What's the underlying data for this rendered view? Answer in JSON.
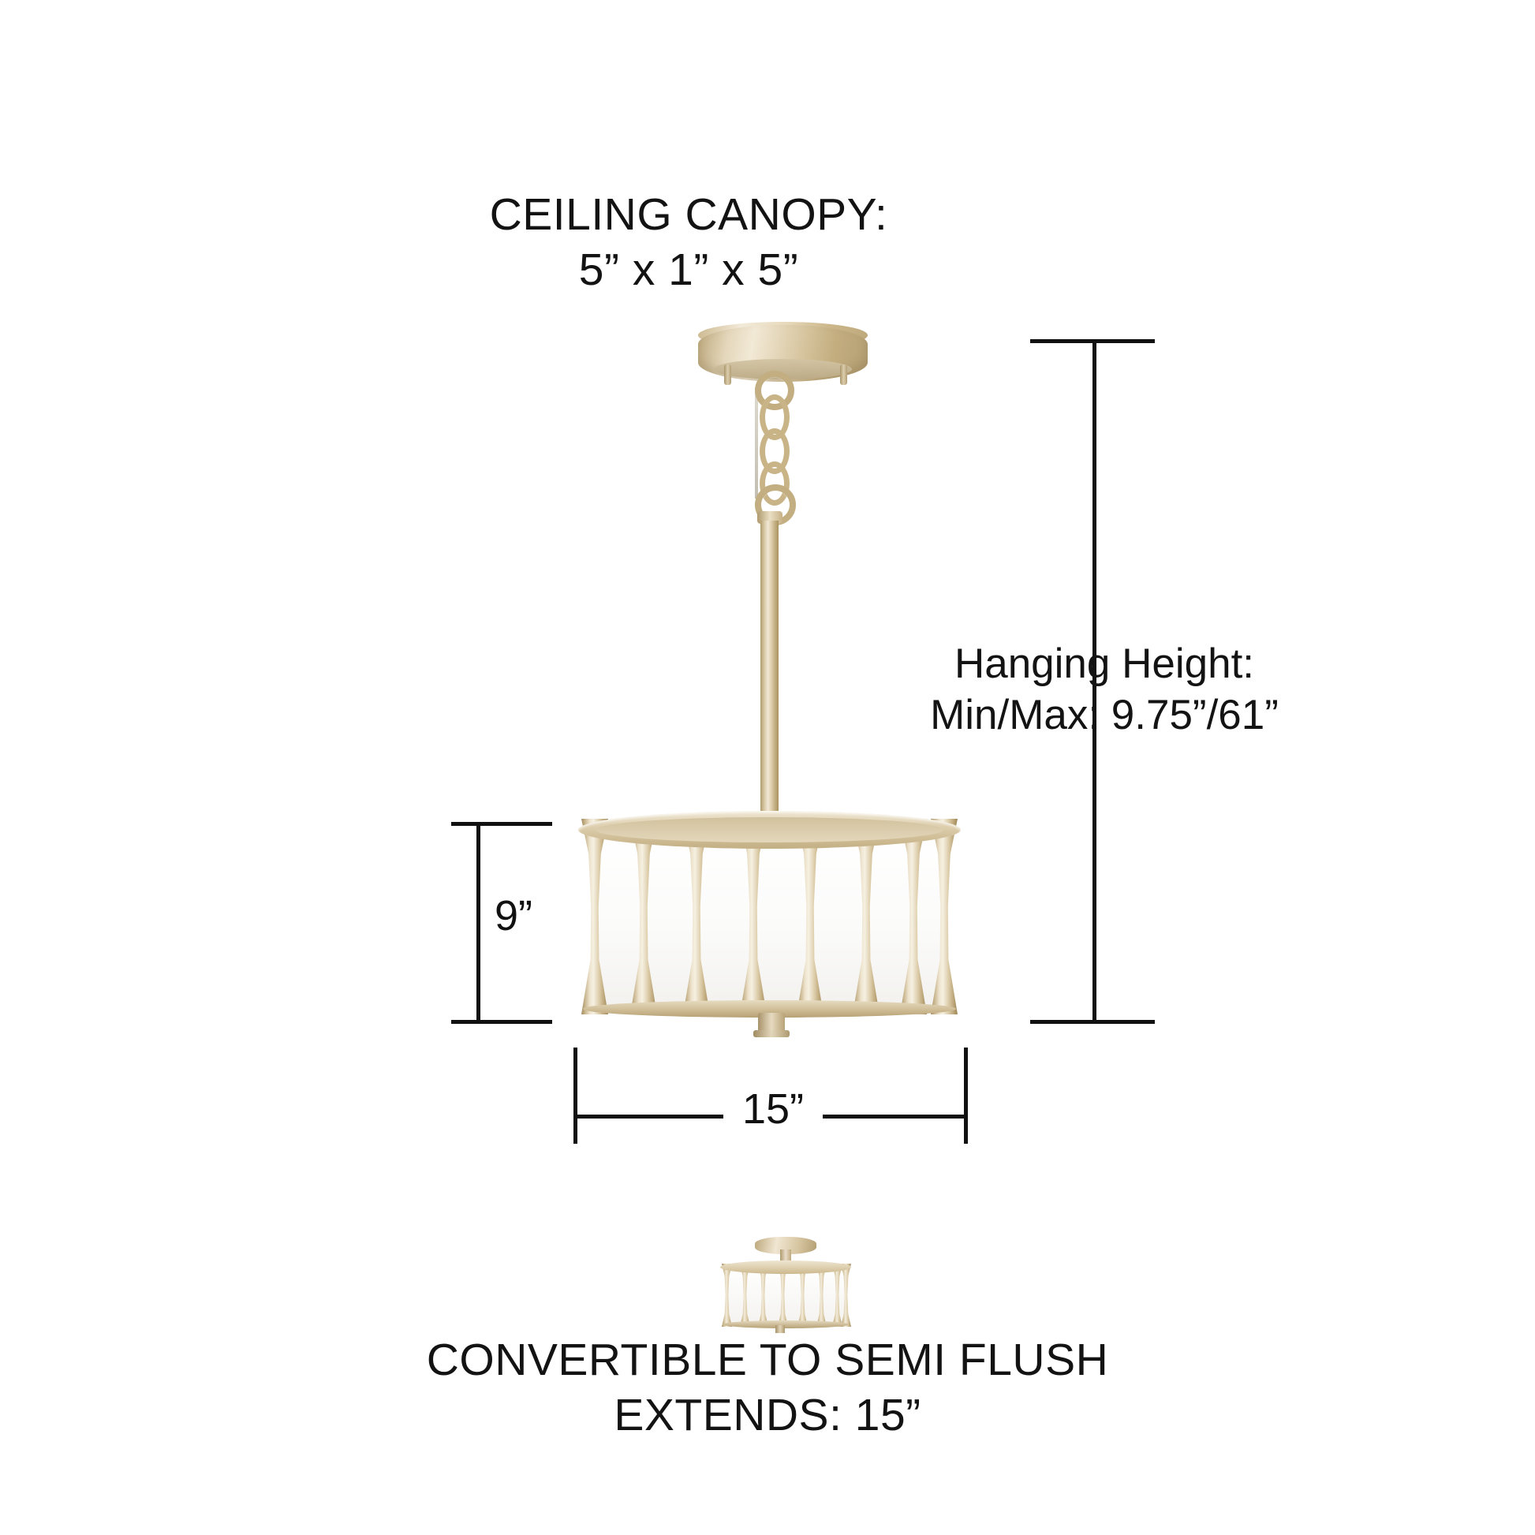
{
  "page": {
    "background_color": "#ffffff",
    "line_color": "#111111",
    "brass_color": "#d4c39c",
    "shade_color": "#ffffff"
  },
  "labels": {
    "ceiling_canopy": "CEILING CANOPY:\n5” x 1” x 5”",
    "hanging_height": "Hanging Height:\nMin/Max: 9.75”/61”",
    "bottom_caption": "CONVERTIBLE TO SEMI FLUSH\nEXTENDS: 15”"
  },
  "dimensions": {
    "height": "9”",
    "width": "15”"
  },
  "fixture": {
    "name": "drum-pendant-light",
    "parts": [
      "ceiling-canopy",
      "chain",
      "downrod",
      "drum-shade",
      "brass-ribs",
      "finial"
    ],
    "rib_count": 8
  },
  "semi_flush": {
    "name": "semi-flush-mount-version",
    "rib_count": 8
  }
}
